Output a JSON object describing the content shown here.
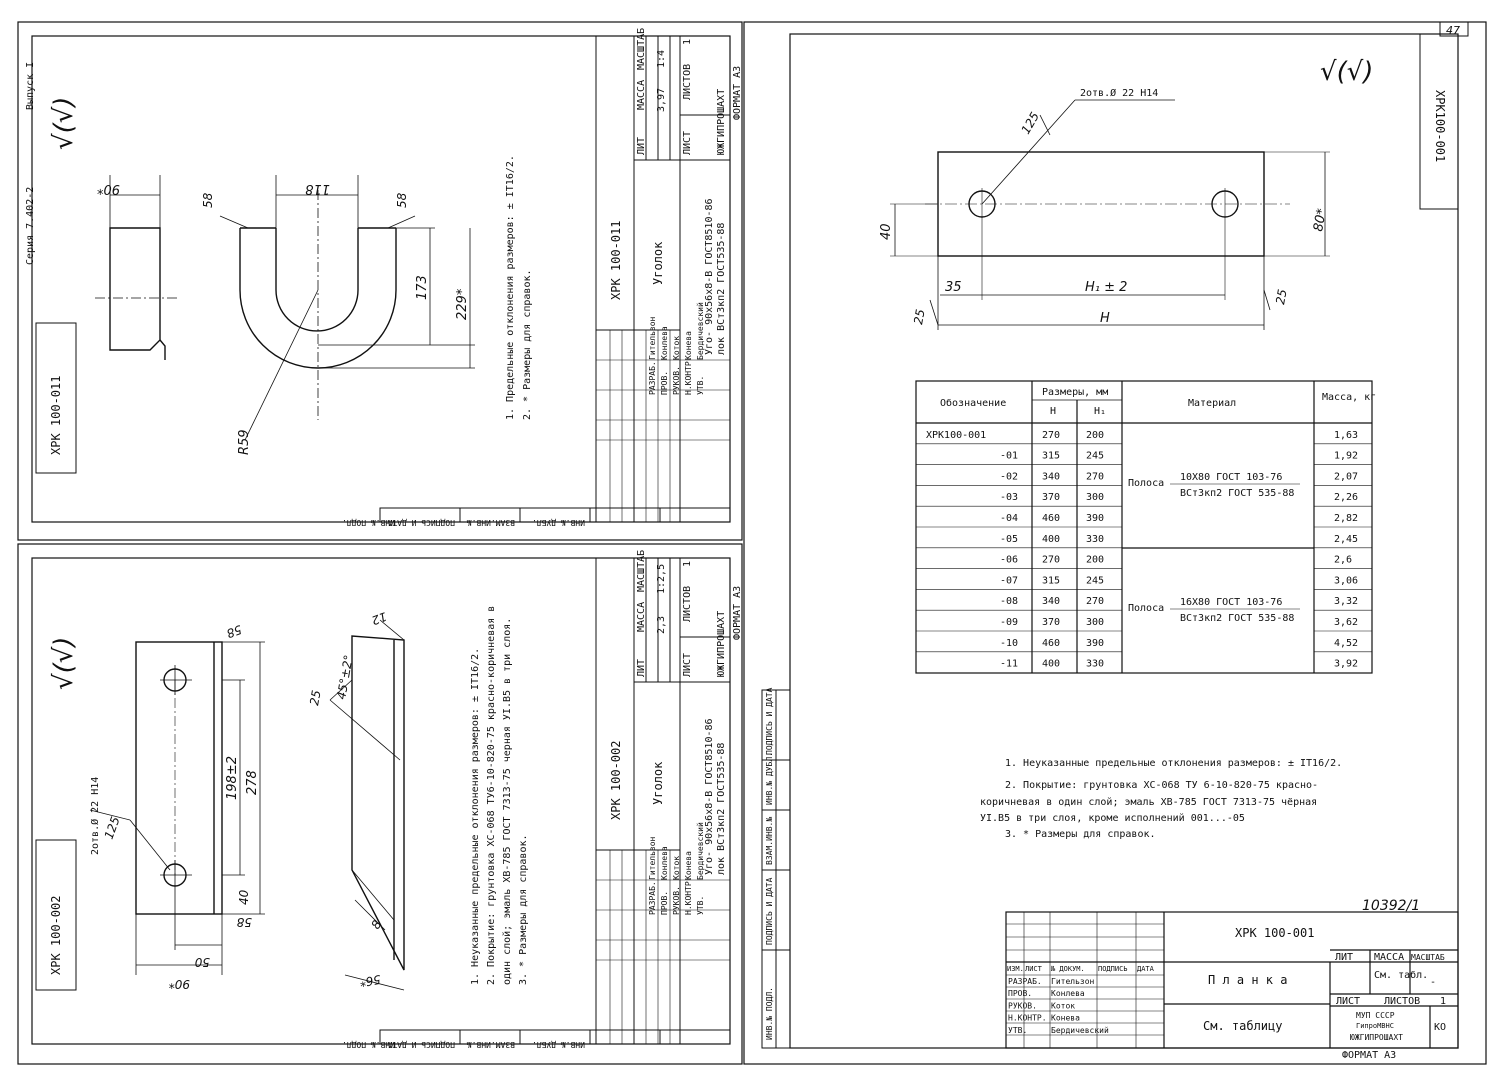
{
  "page": {
    "sheet_number": "47",
    "series_label": "Серия 7.402-2",
    "issue_label": "Выпуск I",
    "inventory_number": "10392/1"
  },
  "roughness_symbol": "√(√)",
  "stamp_side_labels": [
    "ИНВ.№ ПОДЛ.",
    "ПОДПИСЬ И ДАТА",
    "ВЗАМ.ИНВ.№",
    "ИНВ.№ ДУБЛ.",
    "ПОДПИСЬ И ДАТА"
  ],
  "title_block_common": {
    "rows": [
      "ИЗМ.",
      "ЛИСТ",
      "№ ДОКУМ.",
      "ПОДПИСЬ",
      "ДАТА"
    ],
    "roles": [
      "РАЗРАБ.",
      "ПРОВ.",
      "РУКОВ.",
      "Н.КОНТР.",
      "УТВ."
    ],
    "names": [
      "Гительзон",
      "Конлева",
      "Коток",
      "Конева",
      "Бердичевский"
    ],
    "lit": "ЛИТ",
    "mass": "МАССА",
    "scale": "МАСШТАБ",
    "sheet": "ЛИСТ",
    "sheets": "ЛИСТОВ",
    "org": [
      "МУП СССР",
      "ГипроМВНС",
      "ЮЖГИПРОШАХТ"
    ],
    "ko": "КО",
    "format": "ФОРМАТ А3"
  },
  "drawing_011": {
    "code": "ХРК 100-011",
    "side_code": "ХРК 100-011",
    "name": "Уголок",
    "mass": "3,97",
    "scale": "1:4",
    "sheets_count": "1",
    "material": [
      "Уго- 90х56х8-В ГОСТ8510-86",
      "лок  ВСт3кп2 ГОСТ535-88"
    ],
    "notes": [
      "1. Предельные отклонения размеров: ± IT16/2.",
      "2. * Размеры для справок."
    ],
    "dims": {
      "d1": "90*",
      "d2": "118",
      "d3": "58",
      "d4": "58",
      "d5": "173",
      "d6": "229*",
      "d7": "R59"
    }
  },
  "drawing_002": {
    "code": "ХРК 100-002",
    "side_code": "ХРК 100-002",
    "name": "Уголок",
    "mass": "2,3",
    "scale": "1:2,5",
    "sheets_count": "1",
    "material": [
      "Уго- 90х56х8-В ГОСТ8510-86",
      "лок  ВСт3кп2 ГОСТ535-88"
    ],
    "notes": [
      "1. Неуказанные предельные отклонения размеров: ± IT16/2.",
      "2. Покрытие: грунтовка ХС-068 ТУ6-10-820-75 красно-коричневая в",
      "   один слой; эмаль ХВ-785 ГОСТ 7313-75 черная УI.B5 в три слоя.",
      "3. * Размеры для справок."
    ],
    "dims": {
      "hole": "2отв.Ø 22 H14",
      "d1": "58",
      "d2": "198±2",
      "d3": "278",
      "d4": "40",
      "d5": "58",
      "d6": "50",
      "d7": "90*",
      "d8": "125",
      "d9": "25",
      "d10": "45°±2°",
      "d11": "12",
      "d12": "56*",
      "d13": "8"
    }
  },
  "drawing_001": {
    "code": "ХРК 100-001",
    "side_code": "ХРК100-001",
    "name": "П л а н к а",
    "material": "См. таблицу",
    "mass": "См. табл.",
    "scale": "-",
    "sheets_count": "1",
    "dims": {
      "hole": "2отв.Ø 22 H14",
      "d40": "40",
      "d35": "35",
      "h1": "H₁ ± 2",
      "h": "H",
      "d80": "80*",
      "d125": "125",
      "d25a": "25",
      "d25b": "25"
    },
    "table": {
      "header": {
        "designation": "Обозначение",
        "sizes": "Размеры, мм",
        "h": "H",
        "h1": "H₁",
        "material": "Материал",
        "mass": "Масса, кг"
      },
      "rows": [
        {
          "designation": "ХРК100-001",
          "h": "270",
          "h1": "200",
          "mass": "1,63"
        },
        {
          "designation": "-01",
          "h": "315",
          "h1": "245",
          "mass": "1,92"
        },
        {
          "designation": "-02",
          "h": "340",
          "h1": "270",
          "mass": "2,07"
        },
        {
          "designation": "-03",
          "h": "370",
          "h1": "300",
          "mass": "2,26"
        },
        {
          "designation": "-04",
          "h": "460",
          "h1": "390",
          "mass": "2,82"
        },
        {
          "designation": "-05",
          "h": "400",
          "h1": "330",
          "mass": "2,45"
        },
        {
          "designation": "-06",
          "h": "270",
          "h1": "200",
          "mass": "2,6"
        },
        {
          "designation": "-07",
          "h": "315",
          "h1": "245",
          "mass": "3,06"
        },
        {
          "designation": "-08",
          "h": "340",
          "h1": "270",
          "mass": "3,32"
        },
        {
          "designation": "-09",
          "h": "370",
          "h1": "300",
          "mass": "3,62"
        },
        {
          "designation": "-10",
          "h": "460",
          "h1": "390",
          "mass": "4,52"
        },
        {
          "designation": "-11",
          "h": "400",
          "h1": "330",
          "mass": "3,92"
        }
      ],
      "material_groups": [
        {
          "prefix": "Полоса",
          "top": "10Х80 ГОСТ 103-76",
          "bottom": "ВСт3кп2 ГОСТ 535-88"
        },
        {
          "prefix": "Полоса",
          "top": "16Х80 ГОСТ 103-76",
          "bottom": "ВСт3кп2 ГОСТ 535-88"
        }
      ]
    },
    "notes": [
      "1. Неуказанные предельные отклонения размеров: ± IT16/2.",
      "2. Покрытие: грунтовка ХС-068 ТУ 6-10-820-75 красно-",
      "коричневая в один слой; эмаль ХВ-785 ГОСТ 7313-75 чёрная",
      "УI.B5 в три слоя, кроме исполнений 001...-05",
      "3. * Размеры для справок."
    ]
  }
}
